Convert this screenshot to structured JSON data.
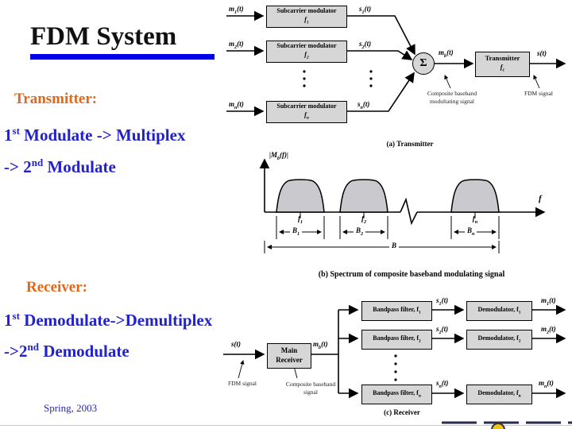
{
  "slide": {
    "title": "FDM System",
    "footer": "Spring, 2003"
  },
  "colors": {
    "accent_blue": "#0101e8",
    "body_blue": "#2222cc",
    "heading_orange": "#e0681c",
    "box_fill": "#d6d6d6",
    "hump_fill": "#c9c9ce",
    "logo_yellow": "#f2c21d"
  },
  "text": {
    "transmitter_heading": "Transmitter:",
    "transmitter_step1": "1^st^ Modulate -> Multiplex",
    "transmitter_step2": "-> 2^nd^ Modulate",
    "receiver_heading": "Receiver:",
    "receiver_step1": "1^st^ Demodulate->Demultiplex",
    "receiver_step2": "->2^nd^ Demodulate"
  },
  "tx_diagram": {
    "caption": "(a) Transmitter",
    "rows": [
      {
        "input": "m~1~(t)",
        "box_line1": "Subcarrier modulator",
        "box_line2": "f~1~",
        "output": "s~1~(t)"
      },
      {
        "input": "m~2~(t)",
        "box_line1": "Subcarrier modulator",
        "box_line2": "f~2~",
        "output": "s~2~(t)"
      },
      {
        "input": "m~n~(t)",
        "box_line1": "Subcarrier modulator",
        "box_line2": "f~n~",
        "output": "s~n~(t)"
      }
    ],
    "sum_symbol": "Σ",
    "sum_output": "m~b~(t)",
    "tx_box_line1": "Transmitter",
    "tx_box_line2": "f~c~",
    "tx_output": "s(t)",
    "annotation_composite": "Composite baseband modultating signal",
    "annotation_fdm": "FDM signal"
  },
  "spectrum": {
    "y_label": "|M~b~(f)|",
    "x_label": "f",
    "humps": [
      {
        "center": "f~1~",
        "bandwidth": "B~1~"
      },
      {
        "center": "f~2~",
        "bandwidth": "B~2~"
      },
      {
        "center": "f~n~",
        "bandwidth": "B~n~"
      }
    ],
    "total_bandwidth": "B",
    "caption": "(b) Spectrum of composite baseband modulating signal"
  },
  "rx_diagram": {
    "caption": "(c) Receiver",
    "input": "s(t)",
    "main_box_line1": "Main",
    "main_box_line2": "Receiver",
    "main_output": "m~b~(t)",
    "annotation_fdm": "FDM signal",
    "annotation_composite": "Composite baseband signal",
    "rows": [
      {
        "filter": "Bandpass filter, f~1~",
        "mid": "s~1~(t)",
        "demod": "Demodulator, f~1~",
        "output": "m~1~(t)"
      },
      {
        "filter": "Bandpass filter, f~2~",
        "mid": "s~2~(t)",
        "demod": "Demodulator, f~2~",
        "output": "m~2~(t)"
      },
      {
        "filter": "Bandpass filter, f~n~",
        "mid": "s~n~(t)",
        "demod": "Demodulator, f~n~",
        "output": "m~n~(t)"
      }
    ]
  }
}
